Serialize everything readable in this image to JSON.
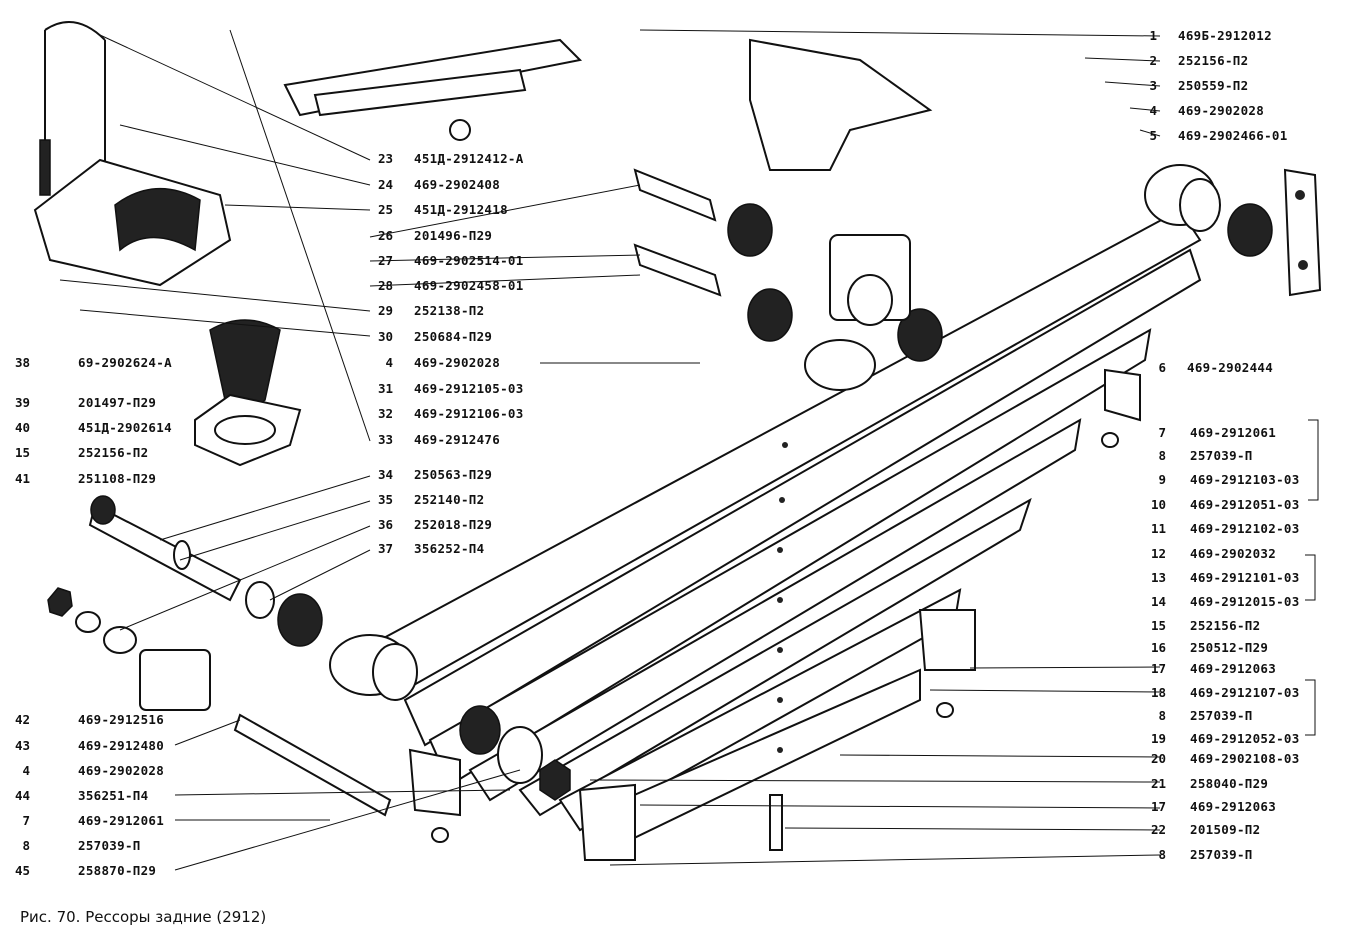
{
  "caption": "Рис. 70. Рессоры задние (2912)",
  "callouts_right": [
    {
      "num": "1",
      "code": "469Б-2912012"
    },
    {
      "num": "2",
      "code": "252156-П2"
    },
    {
      "num": "3",
      "code": "250559-П2"
    },
    {
      "num": "4",
      "code": "469-2902028"
    },
    {
      "num": "5",
      "code": "469-2902466-01"
    },
    {
      "num": "6",
      "code": "469-2902444"
    },
    {
      "num": "7",
      "code": "469-2912061"
    },
    {
      "num": "8",
      "code": "257039-П"
    },
    {
      "num": "9",
      "code": "469-2912103-03"
    },
    {
      "num": "10",
      "code": "469-2912051-03"
    },
    {
      "num": "11",
      "code": "469-2912102-03"
    },
    {
      "num": "12",
      "code": "469-2902032"
    },
    {
      "num": "13",
      "code": "469-2912101-03"
    },
    {
      "num": "14",
      "code": "469-2912015-03"
    },
    {
      "num": "15",
      "code": "252156-П2"
    },
    {
      "num": "16",
      "code": "250512-П29"
    },
    {
      "num": "17",
      "code": "469-2912063"
    },
    {
      "num": "18",
      "code": "469-2912107-03"
    },
    {
      "num": "8",
      "code": "257039-П"
    },
    {
      "num": "19",
      "code": "469-2912052-03"
    },
    {
      "num": "20",
      "code": "469-2902108-03"
    },
    {
      "num": "21",
      "code": "258040-П29"
    },
    {
      "num": "17",
      "code": "469-2912063"
    },
    {
      "num": "22",
      "code": "201509-П2"
    },
    {
      "num": "8",
      "code": "257039-П"
    }
  ],
  "callouts_middle": [
    {
      "num": "23",
      "code": "451Д-2912412-А"
    },
    {
      "num": "24",
      "code": "469-2902408"
    },
    {
      "num": "25",
      "code": "451Д-2912418"
    },
    {
      "num": "26",
      "code": "201496-П29"
    },
    {
      "num": "27",
      "code": "469-2902514-01"
    },
    {
      "num": "28",
      "code": "469-2902458-01"
    },
    {
      "num": "29",
      "code": "252138-П2"
    },
    {
      "num": "30",
      "code": "250684-П29"
    },
    {
      "num": "4",
      "code": "469-2902028"
    },
    {
      "num": "31",
      "code": "469-2912105-03"
    },
    {
      "num": "32",
      "code": "469-2912106-03"
    },
    {
      "num": "33",
      "code": "469-2912476"
    },
    {
      "num": "34",
      "code": "250563-П29"
    },
    {
      "num": "35",
      "code": "252140-П2"
    },
    {
      "num": "36",
      "code": "252018-П29"
    },
    {
      "num": "37",
      "code": "356252-П4"
    }
  ],
  "callouts_left": [
    {
      "num": "38",
      "code": "69-2902624-А"
    },
    {
      "num": "39",
      "code": "201497-П29"
    },
    {
      "num": "40",
      "code": "451Д-2902614"
    },
    {
      "num": "15",
      "code": "252156-П2"
    },
    {
      "num": "41",
      "code": "251108-П29"
    },
    {
      "num": "42",
      "code": "469-2912516"
    },
    {
      "num": "43",
      "code": "469-2912480"
    },
    {
      "num": "4",
      "code": "469-2902028"
    },
    {
      "num": "44",
      "code": "356251-П4"
    },
    {
      "num": "7",
      "code": "469-2912061"
    },
    {
      "num": "8",
      "code": "257039-П"
    },
    {
      "num": "45",
      "code": "258870-П29"
    }
  ]
}
